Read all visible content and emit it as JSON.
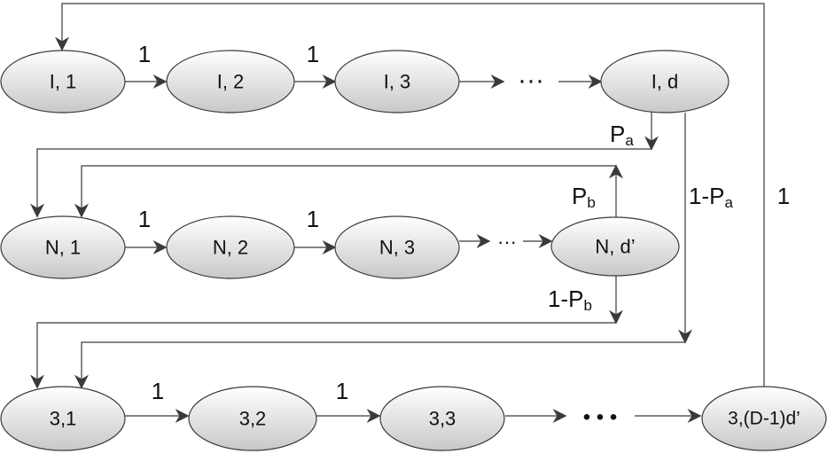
{
  "colors": {
    "node_fill_top": "#ffffff",
    "node_fill_bottom": "#c8c8c8",
    "stroke": "#3a3a3a",
    "text": "#111111"
  },
  "nodes": {
    "i1": "I, 1",
    "i2": "I, 2",
    "i3": "I, 3",
    "id": "I, d",
    "n1": "N, 1",
    "n2": "N, 2",
    "n3": "N, 3",
    "nd": "N, d’",
    "s1": "3,1",
    "s2": "3,2",
    "s3": "3,3",
    "sd": "3,(D-1)d’"
  },
  "labels": {
    "i12": "1",
    "i23": "1",
    "n12": "1",
    "n23": "1",
    "s12": "1",
    "s23": "1",
    "pa_main": "P",
    "pa_sub": "a",
    "pb_main": "P",
    "pb_sub": "b",
    "one_minus": "1-",
    "one_pa_main": "P",
    "one_pa_sub": "a",
    "one_pb_main": "P",
    "one_pb_sub": "b",
    "loop": "1"
  },
  "ellipsis": {
    "row1": "···",
    "row2": "···",
    "row3": "• • •"
  }
}
